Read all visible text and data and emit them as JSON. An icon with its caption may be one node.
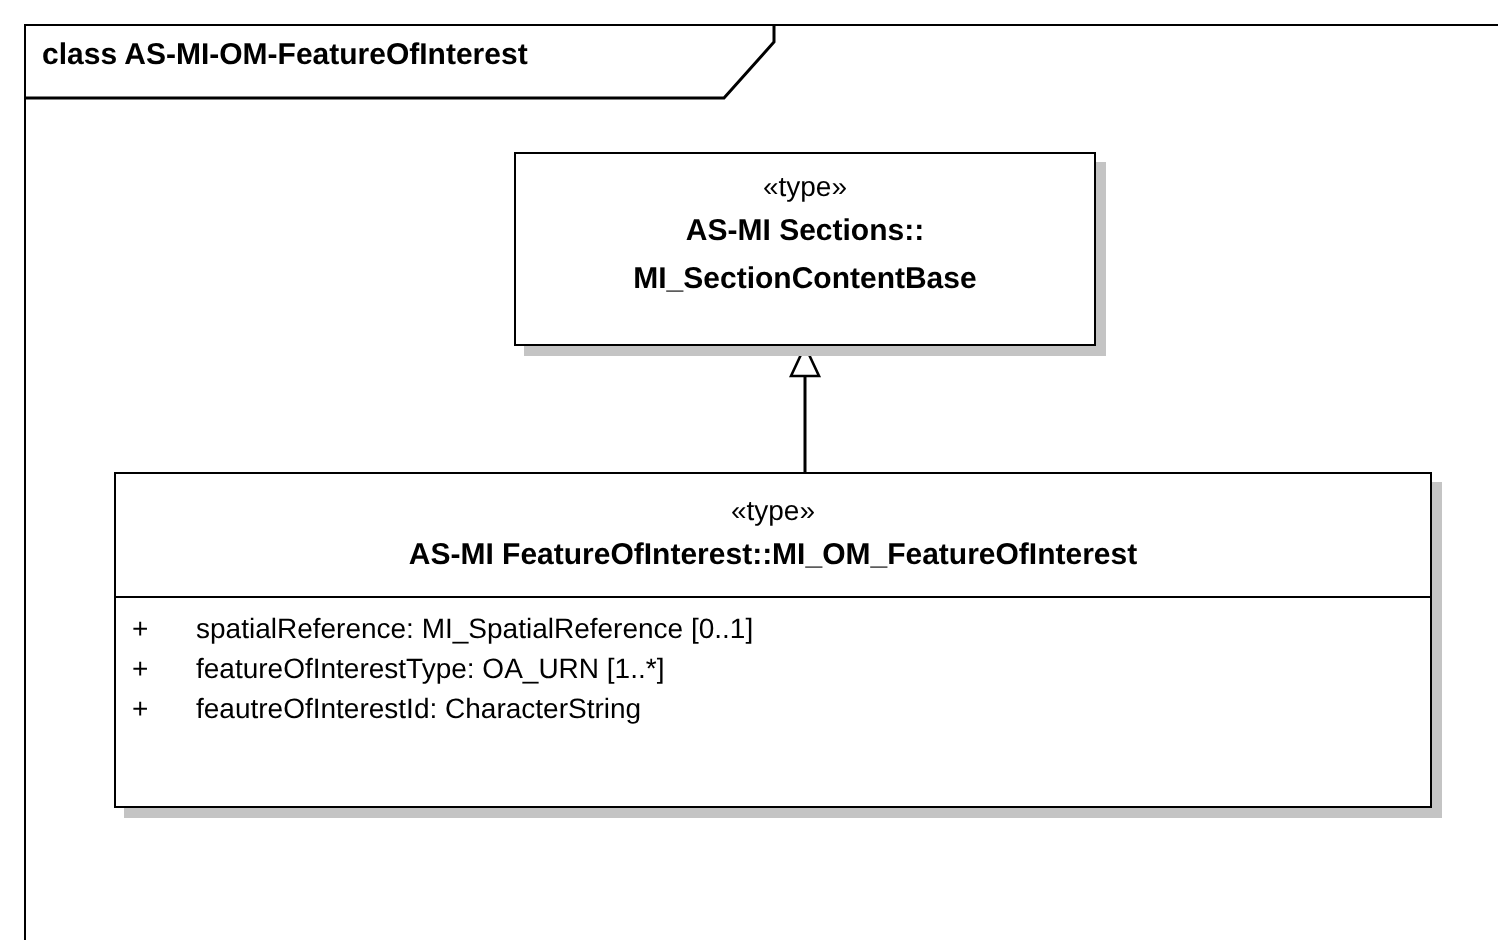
{
  "diagram": {
    "nodes": [
      {
        "text": [
          "class AS-MI-OM-FeatureOfInterest"
        ]
      },
      {
        "text": [
          "«type»",
          "AS-MI Sections:: MI_SectionContentBase"
        ],
        "in": 0
      },
      {
        "text": [
          "«type»",
          "AS-MI FeatureOfInterest::MI_OM_FeatureOfInterest",
          "+",
          "spatialReference:  MI_SpatialReference [0..1]",
          "+",
          "featureOfInterestType:  OA_URN [1..*]",
          "+",
          "feautreOfInterestId:  CharacterString"
        ],
        "in": 0
      }
    ],
    "edges": [
      {
        "from": 2,
        "to": 1,
        "arrow": "to"
      }
    ]
  }
}
